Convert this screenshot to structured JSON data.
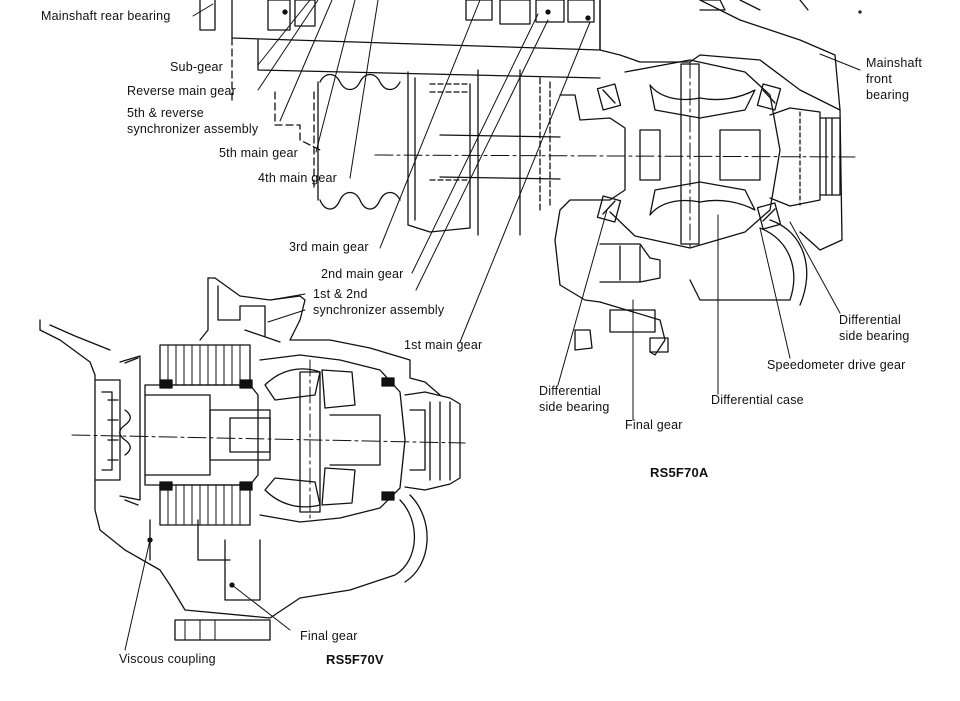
{
  "labels": {
    "mainshaft_rear_bearing": "Mainshaft rear bearing",
    "sub_gear": "Sub-gear",
    "reverse_main_gear": "Reverse main gear",
    "fifth_reverse_synchro": "5th & reverse\nsynchronizer assembly",
    "fifth_main_gear": "5th main gear",
    "fourth_main_gear": "4th main gear",
    "third_main_gear": "3rd main gear",
    "second_main_gear": "2nd main gear",
    "first_second_synchro": "1st & 2nd\nsynchronizer assembly",
    "first_main_gear": "1st main gear",
    "mainshaft_front_bearing": "Mainshaft\nfront\nbearing",
    "differential_side_bearing_right": "Differential\nside bearing",
    "speedometer_drive_gear": "Speedometer drive gear",
    "differential_case": "Differential case",
    "differential_side_bearing_left": "Differential\nside bearing",
    "final_gear_top": "Final gear",
    "final_gear_bottom": "Final gear",
    "viscous_coupling": "Viscous coupling"
  },
  "models": {
    "top": "RS5F70A",
    "bottom": "RS5F70V"
  },
  "colors": {
    "ink": "#111111",
    "paper": "#ffffff"
  }
}
